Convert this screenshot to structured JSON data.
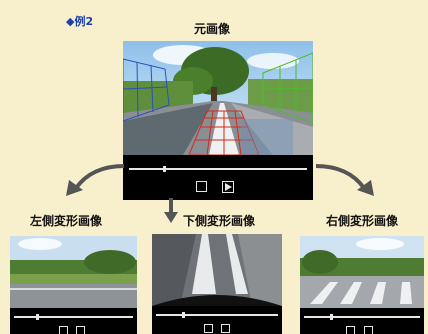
{
  "example": {
    "marker": "◆",
    "label": "例2"
  },
  "main": {
    "title": "元画像"
  },
  "left": {
    "title": "左側変形画像"
  },
  "down": {
    "title": "下側変形画像"
  },
  "right": {
    "title": "右側変形画像"
  },
  "icons": {
    "left_arrow": "curved-arrow-left-icon",
    "down_arrow": "arrow-down-icon",
    "right_arrow": "curved-arrow-right-icon",
    "stop": "stop-icon",
    "play": "play-icon"
  },
  "colors": {
    "background": "#f8efcc",
    "example_label": "#1d3fb0",
    "arrow": "#555555",
    "guide_red": "#d42a1a",
    "guide_blue": "#2b4fbf",
    "guide_green": "#4dbb2a"
  }
}
